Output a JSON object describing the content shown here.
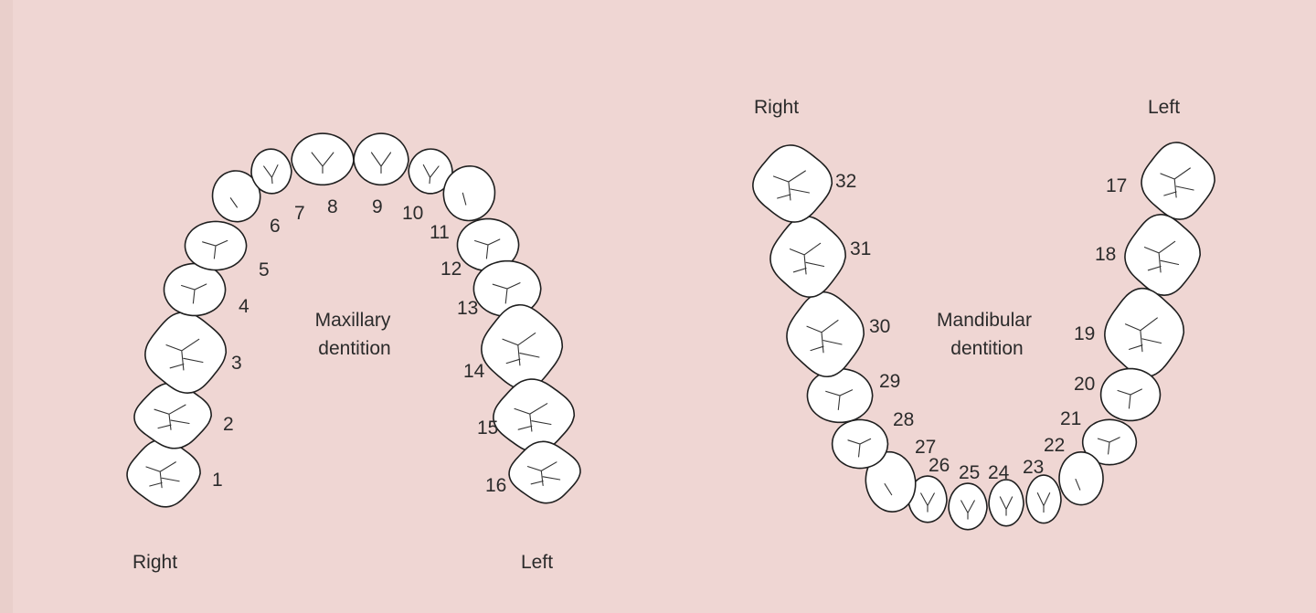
{
  "maxillary": {
    "title_line1": "Maxillary",
    "title_line2": "dentition",
    "right_label": "Right",
    "left_label": "Left",
    "teeth": [
      "1",
      "2",
      "3",
      "4",
      "5",
      "6",
      "7",
      "8",
      "9",
      "10",
      "11",
      "12",
      "13",
      "14",
      "15",
      "16"
    ]
  },
  "mandibular": {
    "title_line1": "Mandibular",
    "title_line2": "dentition",
    "right_label": "Right",
    "left_label": "Left",
    "teeth": [
      "17",
      "18",
      "19",
      "20",
      "21",
      "22",
      "23",
      "24",
      "25",
      "26",
      "27",
      "28",
      "29",
      "30",
      "31",
      "32"
    ]
  },
  "colors": {
    "background": "#efd6d3",
    "tooth_fill": "#ffffff",
    "outline": "#1f1f1f"
  }
}
